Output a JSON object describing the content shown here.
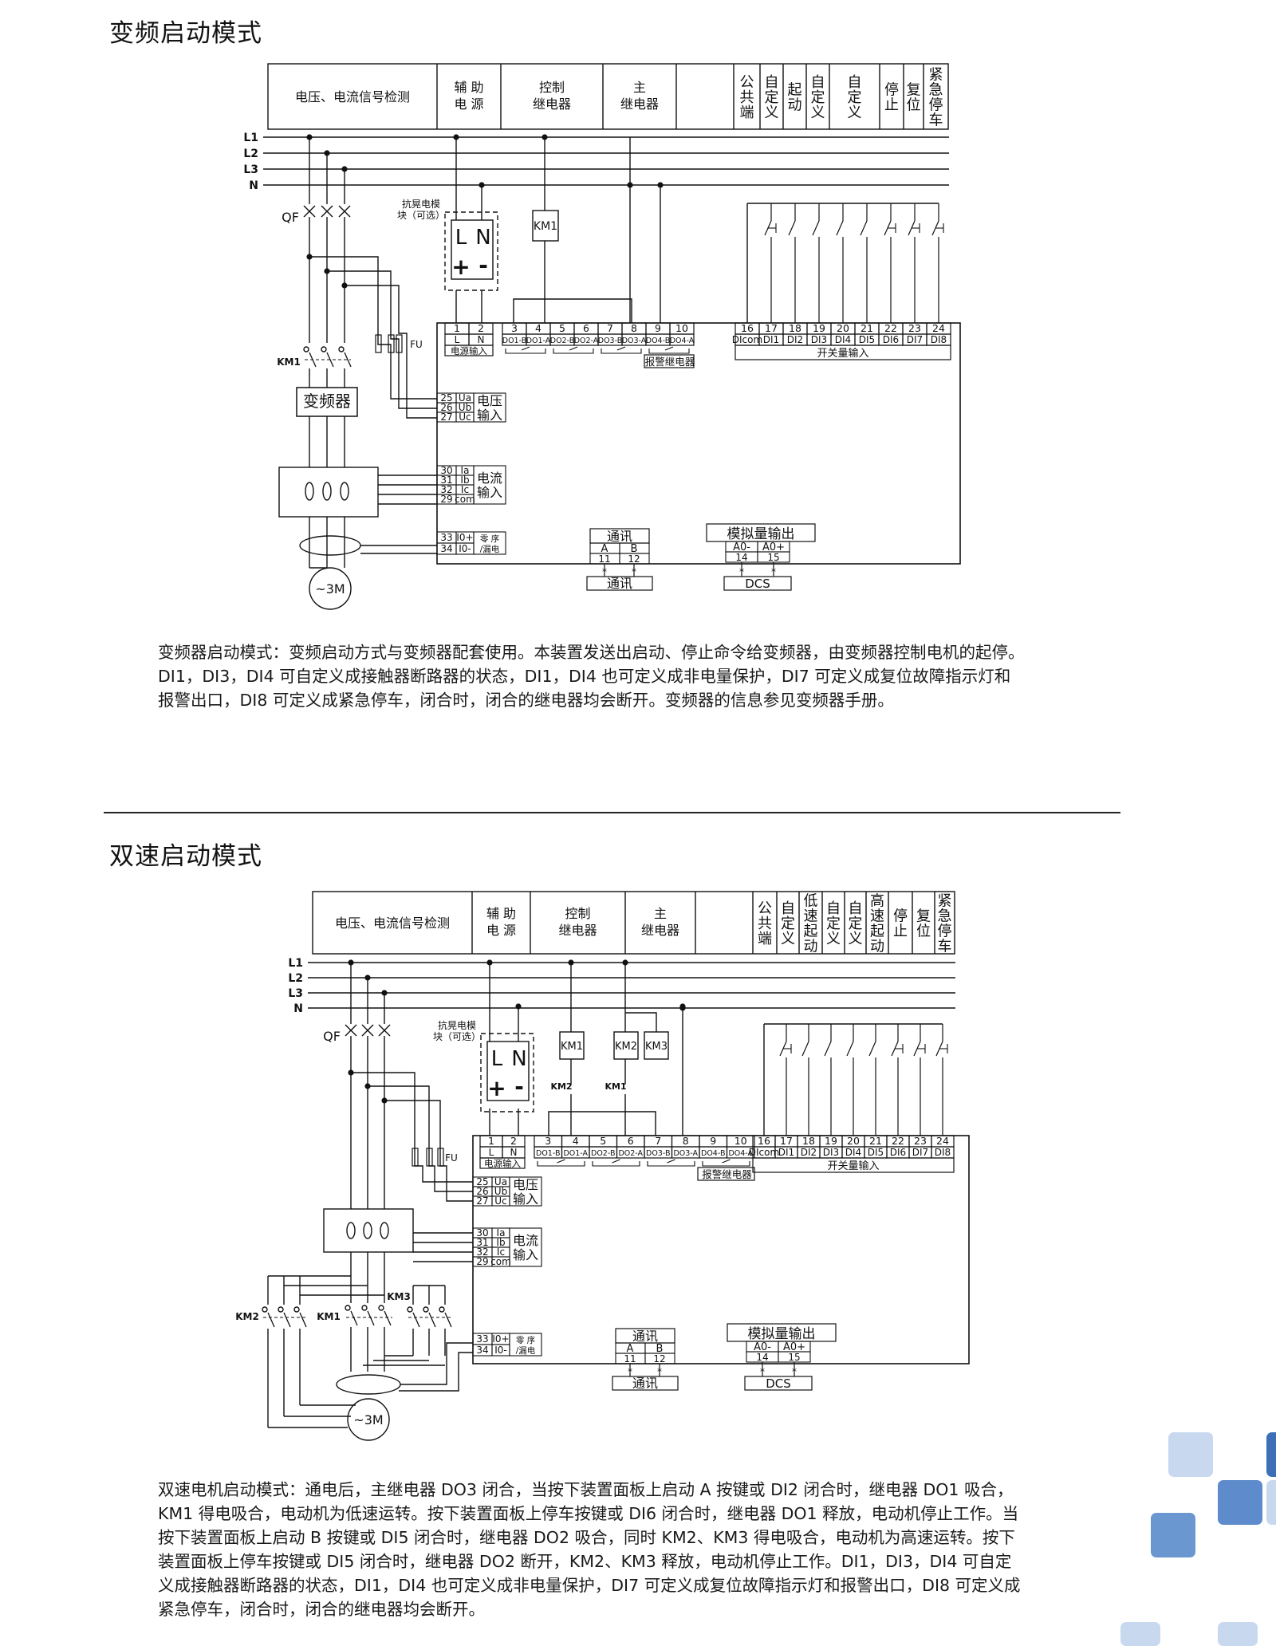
{
  "section1": {
    "title": "变频启动模式",
    "paragraph": [
      "变频器启动模式：变频启动方式与变频器配套使用。本装置发送出启动、停止命令给变频器，由变频器控制电机的起停。",
      "DI1，DI3，DI4 可自定义成接触器断路器的状态，DI1，DI4 也可定义成非电量保护，DI7 可定义成复位故障指示灯和",
      "报警出口，DI8 可定义成紧急停车，闭合时，闭合的继电器均会断开。变频器的信息参见变频器手册。"
    ]
  },
  "section2": {
    "title": "双速启动模式",
    "paragraph": [
      "双速电机启动模式：通电后，主继电器 DO3 闭合，当按下装置面板上启动 A 按键或 DI2 闭合时，继电器 DO1 吸合，",
      "KM1 得电吸合，电动机为低速运转。按下装置面板上停车按键或 DI6 闭合时，继电器 DO1 释放，电动机停止工作。当",
      "按下装置面板上启动 B 按键或 DI5 闭合时，继电器 DO2 吸合，同时 KM2、KM3 得电吸合，电动机为高速运转。按下",
      "装置面板上停车按键或 DI5 闭合时，继电器 DO2 断开，KM2、KM3 释放，电动机停止工作。DI1，DI3，DI4 可自定",
      "义成接触器断路器的状态，DI1，DI4 也可定义成非电量保护，DI7 可定义成复位故障指示灯和报警出口，DI8 可定义成",
      "紧急停车，闭合时，闭合的继电器均会断开。"
    ]
  },
  "diagram1": {
    "header": {
      "detect": "电压、电流信号检测",
      "aux": [
        "辅 助",
        "电 源"
      ],
      "ctrl": [
        "控制",
        "继电器"
      ],
      "main": [
        "主",
        "继电器"
      ],
      "cols": [
        "公共端",
        "自定义",
        "起动",
        "自定义",
        "自定义",
        "停止",
        "复位",
        "紧急停车"
      ]
    },
    "lines": [
      "L1",
      "L2",
      "L3",
      "N"
    ],
    "qf": "QF",
    "km1": "KM1",
    "fu": "FU",
    "vfd": "变频器",
    "module_note": [
      "抗晃电模",
      "块（可选）"
    ],
    "relay": "KM1",
    "motor": "~3M",
    "power_in": "电源输入",
    "alarm_relay": "报警继电器",
    "switch_in": "开关量输入",
    "voltage_in": [
      "电压",
      "输入"
    ],
    "current_in": [
      "电流",
      "输入"
    ],
    "zero_seq": [
      "零 序",
      "/漏电"
    ],
    "comm": "通讯",
    "comm_box": "通讯",
    "analog_out": "模拟量输出",
    "dcs": "DCS"
  },
  "diagram2": {
    "header": {
      "detect": "电压、电流信号检测",
      "aux": [
        "辅 助",
        "电 源"
      ],
      "ctrl": [
        "控制",
        "继电器"
      ],
      "main": [
        "主",
        "继电器"
      ],
      "cols": [
        "公共端",
        "自定义",
        "低速起动",
        "自定义",
        "自定义",
        "高速起动",
        "停止",
        "复位",
        "紧急停车"
      ]
    },
    "lines": [
      "L1",
      "L2",
      "L3",
      "N"
    ],
    "qf": "QF",
    "km1": "KM1",
    "km2": "KM2",
    "km3": "KM3",
    "fu": "FU",
    "module_note": [
      "抗晃电模",
      "块（可选）"
    ],
    "relays": [
      "KM1",
      "KM2",
      "KM3"
    ],
    "relay_notes": [
      "KM2",
      "KM1"
    ],
    "motor": "~3M",
    "power_in": "电源输入",
    "alarm_relay": "报警继电器",
    "switch_in": "开关量输入",
    "voltage_in": [
      "电压",
      "输入"
    ],
    "current_in": [
      "电流",
      "输入"
    ],
    "zero_seq": [
      "零 序",
      "/漏电"
    ],
    "comm": "通讯",
    "comm_box": "通讯",
    "analog_out": "模拟量输出",
    "dcs": "DCS"
  },
  "terminals": {
    "power": [
      "1",
      "2"
    ],
    "power_sig": [
      "L",
      "N"
    ],
    "do": [
      "3",
      "4",
      "5",
      "6",
      "7",
      "8",
      "9",
      "10"
    ],
    "do_sig": [
      "DO1-B",
      "DO1-A",
      "DO2-B",
      "DO2-A",
      "DO3-B",
      "DO3-A",
      "DO4-B",
      "DO4-A"
    ],
    "di": [
      "16",
      "17",
      "18",
      "19",
      "20",
      "21",
      "22",
      "23",
      "24"
    ],
    "di_sig": [
      "DIcom",
      "DI1",
      "DI2",
      "DI3",
      "DI4",
      "DI5",
      "DI6",
      "DI7",
      "DI8"
    ],
    "volt": [
      [
        "25",
        "Ua"
      ],
      [
        "26",
        "Ub"
      ],
      [
        "27",
        "Uc"
      ]
    ],
    "curr": [
      [
        "30",
        "Ia"
      ],
      [
        "31",
        "Ib"
      ],
      [
        "32",
        "Ic"
      ],
      [
        "29",
        "com"
      ]
    ],
    "zero": [
      [
        "33",
        "I0+"
      ],
      [
        "34",
        "I0-"
      ]
    ],
    "comm": [
      [
        "11",
        "A"
      ],
      [
        "12",
        "B"
      ]
    ],
    "ao": [
      [
        "14",
        "A0-"
      ],
      [
        "15",
        "A0+"
      ]
    ]
  }
}
